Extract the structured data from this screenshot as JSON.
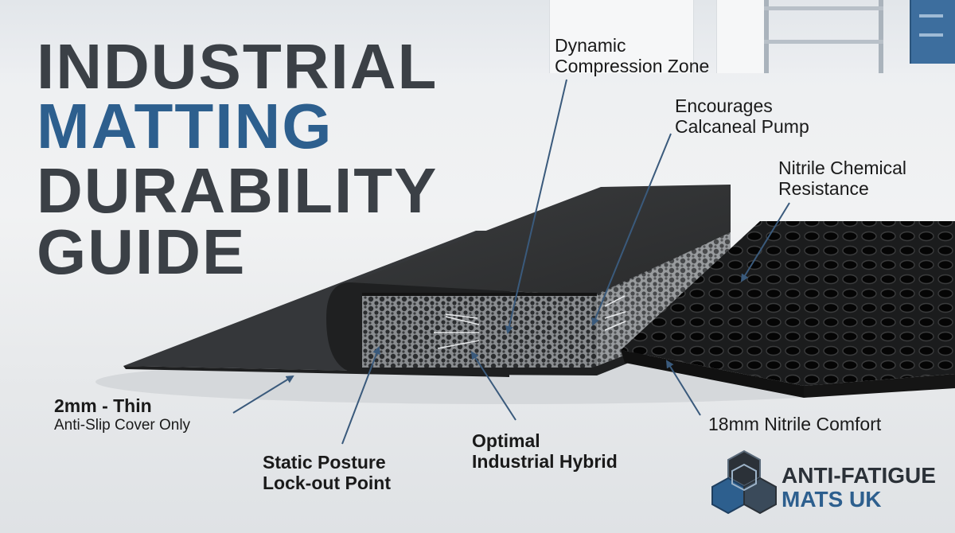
{
  "title": {
    "line1": "INDUSTRIAL",
    "line2": "MATTING",
    "line3": "DURABILITY",
    "line4": "GUIDE"
  },
  "labels": {
    "dynamic": {
      "line1": "Dynamic",
      "line2": "Compression Zone"
    },
    "encourages": {
      "line1": "Encourages",
      "line2": "Calcaneal Pump"
    },
    "nitrile": {
      "line1": "Nitrile Chemical",
      "line2": "Resistance"
    },
    "thin": {
      "line1": "2mm - Thin",
      "line2": "Anti-Slip Cover Only"
    },
    "static": {
      "line1": "Static Posture",
      "line2": "Lock-out Point"
    },
    "optimal": {
      "line1": "Optimal",
      "line2": "Industrial Hybrid"
    },
    "comfort": {
      "line1": "18mm Nitrile Comfort"
    }
  },
  "logo": {
    "line1": "ANTI-FATIGUE",
    "line2": "MATS UK",
    "icon": "hexagon-cluster-icon"
  },
  "colors": {
    "title_dark": "#3b4046",
    "title_accent": "#2d5f8e",
    "arrow": "#3a5a7c",
    "logo_dark": "#2b3138",
    "logo_accent": "#2d5f8e"
  }
}
